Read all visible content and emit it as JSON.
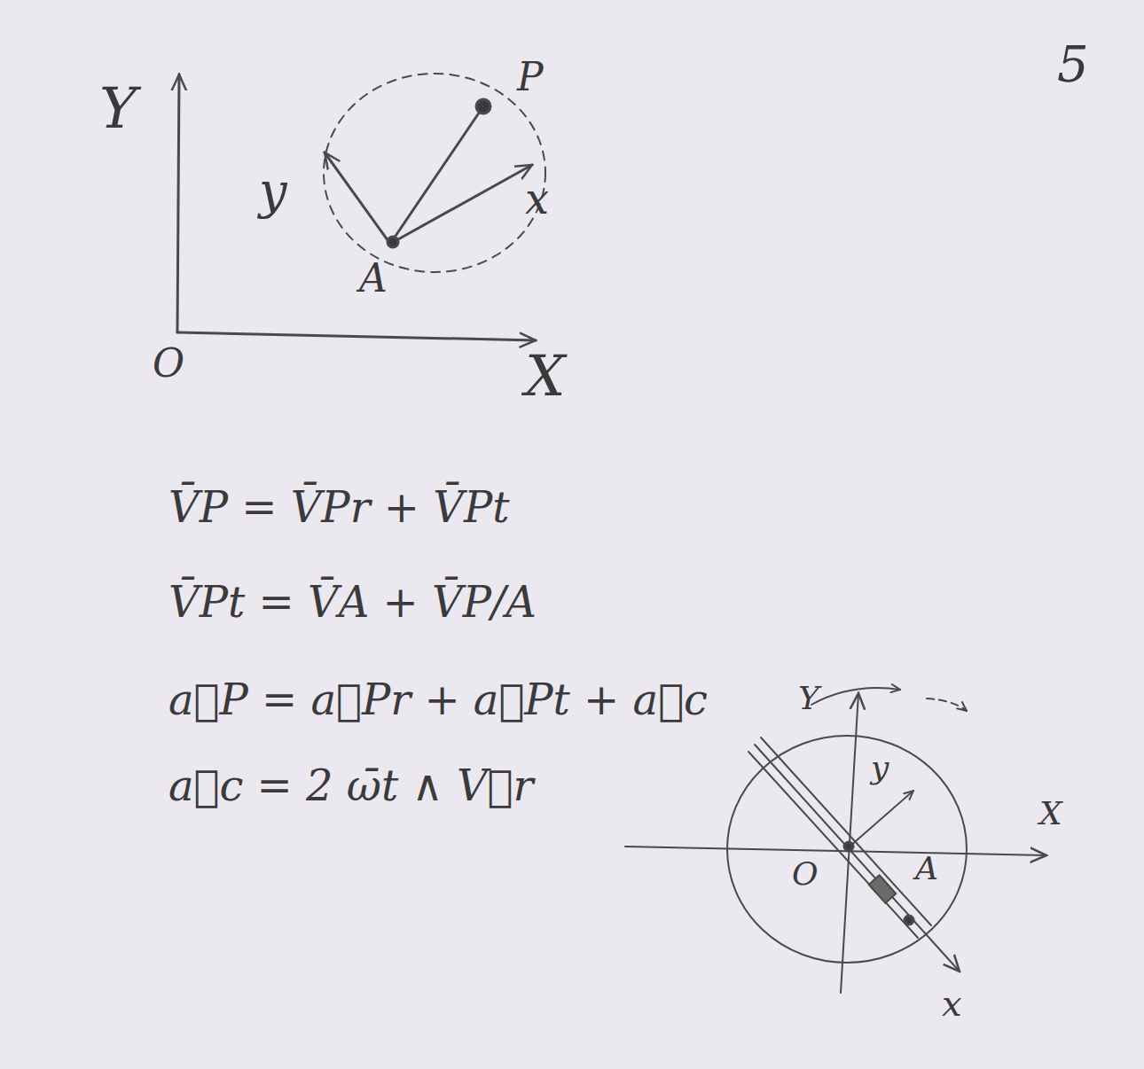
{
  "diagram": {
    "labels": [
      "5",
      "Y",
      "X",
      "O",
      "y",
      "x",
      "A",
      "P",
      "V̄P = V̄Pr + V̄Pt",
      "V̄Pt = V̄A + V̄P/A",
      "a⃗P = a⃗Pr + a⃗Pt + a⃗c",
      "a⃗c = 2 ω̄t ∧ V⃗r",
      "Y",
      "y",
      "X",
      "O",
      "A",
      "x"
    ]
  }
}
